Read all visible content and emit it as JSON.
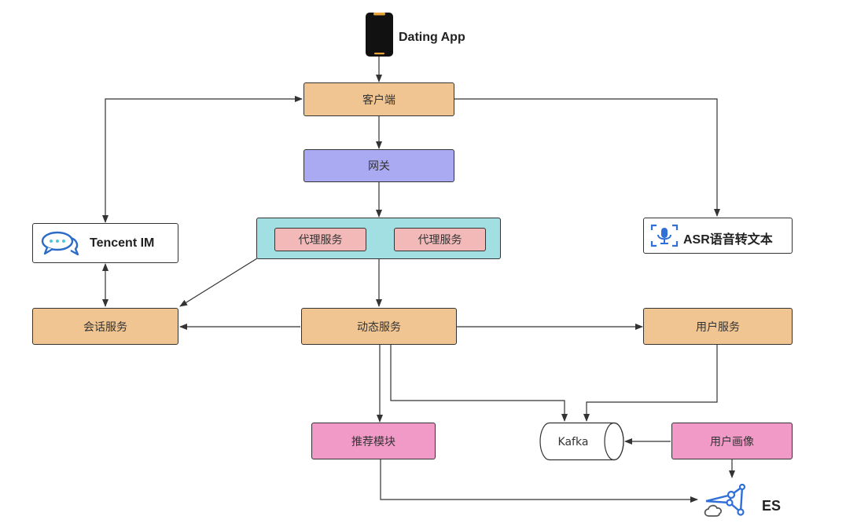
{
  "nodes": {
    "app": "Dating App",
    "client": "客户端",
    "gateway": "网关",
    "proxy1": "代理服务",
    "proxy2": "代理服务",
    "tencent_im": "Tencent IM",
    "asr": "ASR语音转文本",
    "session": "会话服务",
    "dynamic": "动态服务",
    "user": "用户服务",
    "recommend": "推荐模块",
    "kafka": "Kafka",
    "profile": "用户画像",
    "es": "ES"
  },
  "icons": {
    "app": "smartphone-icon",
    "im": "chat-bubbles-icon",
    "asr": "voice-recognition-icon",
    "es": "network-cloud-icon"
  },
  "colors": {
    "orange": "#f1c591",
    "purple": "#aaaaf2",
    "pink": "#f19ac8",
    "cyan": "#a1dfe2",
    "light_pink": "#f3b8b8",
    "line": "#333333"
  }
}
